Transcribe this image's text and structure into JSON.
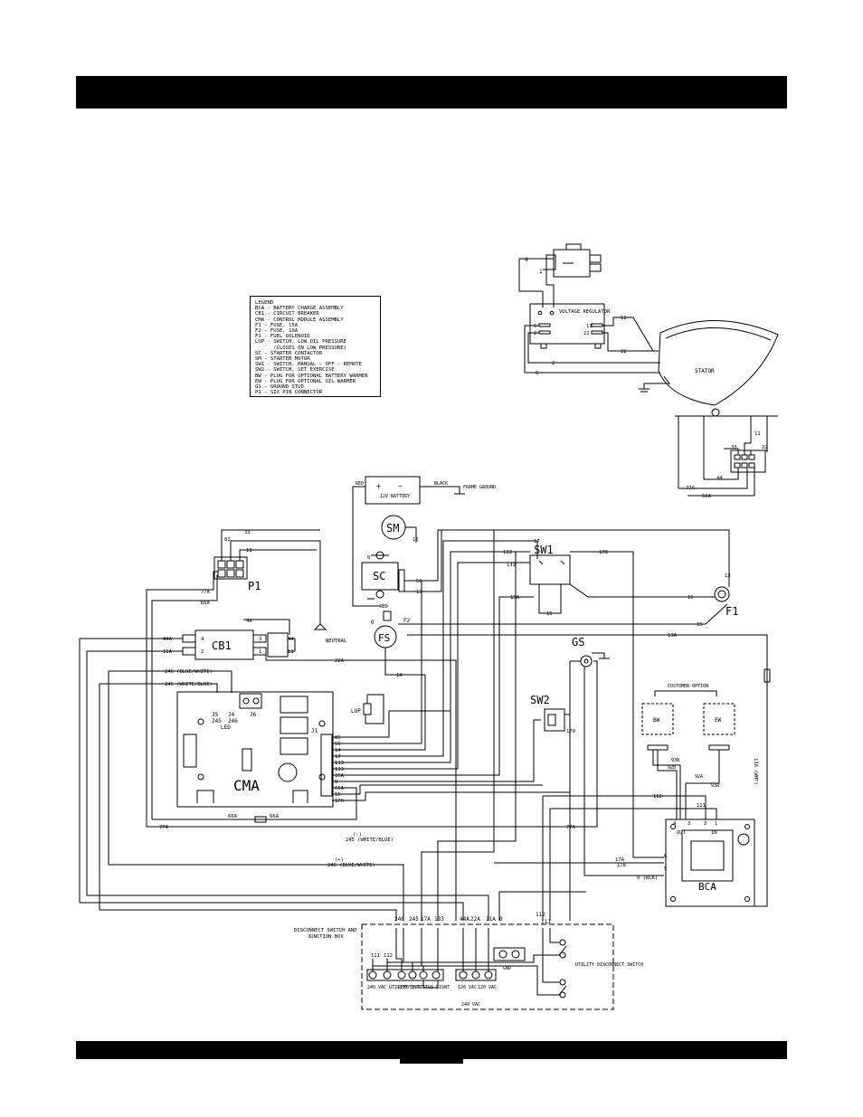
{
  "legend": {
    "title": "LEGEND",
    "items": [
      "BCA - BATTERY CHARGE ASSEMBLY",
      "CB1 - CIRCUIT BREAKER",
      "CMA - CONTROL MODULE ASSEMBLY",
      "F1 - FUSE, 15A",
      "F2 - FUSE, 10A",
      "FS - FUEL SOLENOID",
      "LOP - SWITCH, LOW OIL PRESSURE",
      "      (CLOSES ON LOW PRESSURE)",
      "SC - STARTER CONTACTOR",
      "SM - STARTER MOTOR",
      "SW1 - SWITCH, MANUAL - OFF - REMOTE",
      "SW2 - SWITCH, SET EXERCISE",
      "BW - PLUG FOR OPTIONAL BATTERY WARMER",
      "EW - PLUG FOR OPTIONAL OIL WARMER",
      "GS - GROUND STUD",
      "P1 - SIX PIN CONNECTOR"
    ]
  },
  "labels": {
    "voltage_regulator": "VOLTAGE REGULATOR",
    "stator": "STATOR",
    "battery": "12V BATTERY",
    "black": "BLACK",
    "red": "RED",
    "frame_ground": "FRAME GROUND",
    "sm": "SM",
    "sc": "SC",
    "sw1": "SW1",
    "sw2": "SW2",
    "gs": "GS",
    "f1": "F1",
    "f2": "F2",
    "fs": "FS",
    "p1": "P1",
    "cb1": "CB1",
    "cma": "CMA",
    "lop": "LOP",
    "led": "LED",
    "j1": "J1",
    "j5": "J5",
    "j4": "J4",
    "j6": "J6",
    "j5_num": "245",
    "j4_num": "246",
    "neutral": "NEUTRAL",
    "customer_option": "CUSTOMER OPTION",
    "bw": "BW",
    "ew": "EW",
    "bca": "BCA",
    "out": "OUT",
    "in": "IN",
    "wire_13a_wht": "13A (WHT)",
    "blk": "0 (BLK)",
    "disconnect": "DISCONNECT SWITCH AND",
    "junction_box": "JUNCTION BOX",
    "gnd": "GND",
    "utility_input": "240 VAC UTILITY INPUT",
    "remote_status": "REMOTE STATUS LIGHT",
    "vac_120": "120 VAC",
    "vac_120b": "120 VAC",
    "vac_240": "240 VAC",
    "utility_disconnect": "UTILITY DISCONNECT SWITCH",
    "wire_246_bw": "246 (BLUE/WHITE)",
    "wire_245_wb": "245 (WHITE/BLUE)",
    "wire_245_wb_neg": "245 (WHITE/BLUE)",
    "wire_246_bw_pos": "246 (BLUE/WHITE)",
    "minus_sign": "(-)",
    "plus_sign": "(+)"
  },
  "wire_numbers": {
    "w4": "4",
    "w1": "1",
    "w6": "6",
    "w2": "2",
    "w22": "22",
    "w11": "11",
    "w33": "33",
    "w44": "44",
    "w77a": "77A",
    "w66a": "66A",
    "w82": "82",
    "w44a": "44A",
    "w11a": "11A",
    "w22a": "22A",
    "w0": "0",
    "w16": "16",
    "w56": "56",
    "w13": "13",
    "w14": "14",
    "w17": "17",
    "w133": "133",
    "w178": "178",
    "w15a": "15A",
    "w15": "15",
    "w13a": "13A",
    "w85": "85",
    "w170": "170",
    "w112": "112",
    "w111": "111",
    "w92b": "92B",
    "w92a": "92A",
    "w93a": "93A",
    "w93b": "93B",
    "w17a": "17A",
    "w246": "246",
    "w245": "245",
    "w5": "5",
    "w3": "3"
  }
}
